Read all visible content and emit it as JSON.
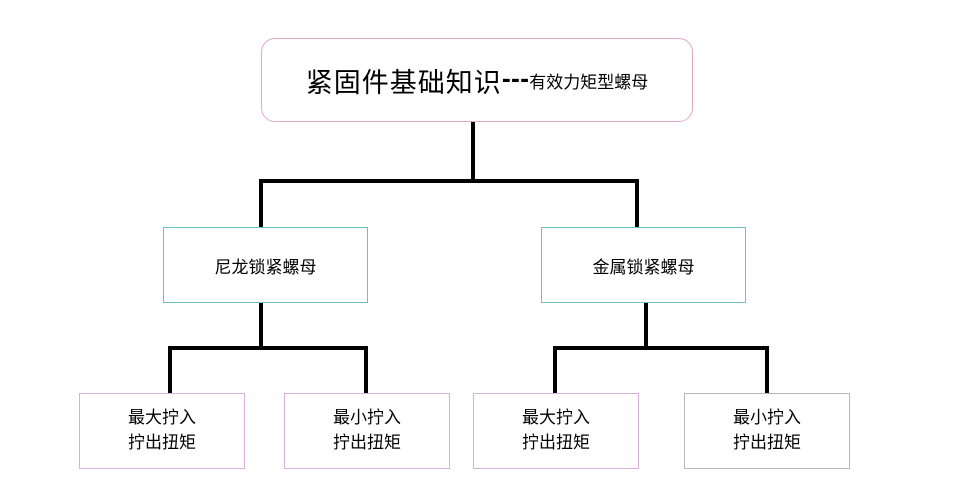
{
  "root": {
    "main": "紧固件基础知识",
    "separator": "---",
    "sub": "有效力矩型螺母"
  },
  "branches": [
    {
      "label": "尼龙锁紧螺母",
      "leaves": [
        {
          "line1": "最大拧入",
          "line2": "拧出扭矩"
        },
        {
          "line1": "最小拧入",
          "line2": "拧出扭矩"
        }
      ]
    },
    {
      "label": "金属锁紧螺母",
      "leaves": [
        {
          "line1": "最大拧入",
          "line2": "拧出扭矩"
        },
        {
          "line1": "最小拧入",
          "line2": "拧出扭矩"
        }
      ]
    }
  ],
  "colors": {
    "connector": "#000000",
    "root_border": "#e6a6c3",
    "branch_border": "#66c6bf",
    "leaf_border_pink": "#d9b0d9",
    "leaf_border_gray": "#b8b8b8"
  }
}
